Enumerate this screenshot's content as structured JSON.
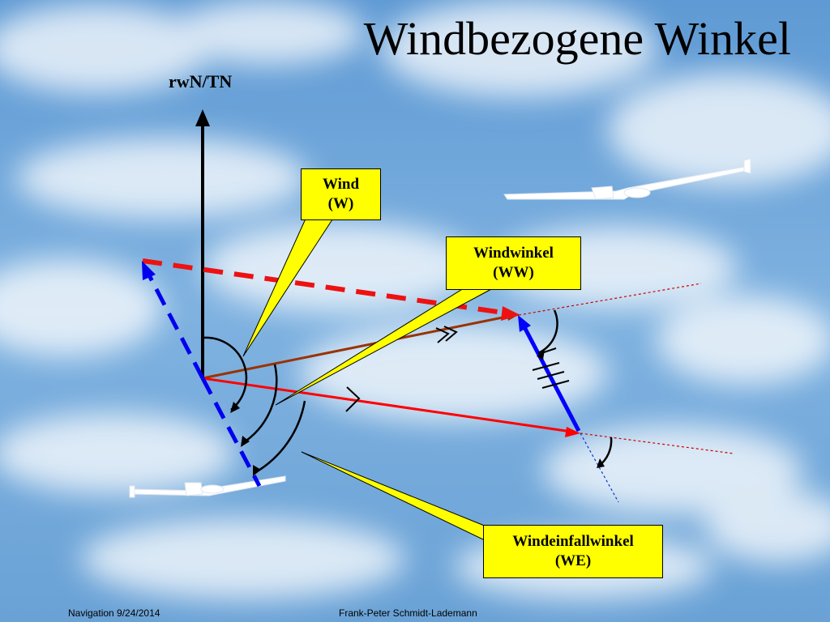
{
  "slide": {
    "title": "Windbezogene Winkel",
    "north_label": "rwN/TN",
    "callouts": {
      "wind": {
        "line1": "Wind",
        "line2": "(W)"
      },
      "windwinkel": {
        "line1": "Windwinkel",
        "line2": "(WW)"
      },
      "windeinfallwinkel": {
        "line1": "Windeinfallwinkel",
        "line2": "(WE)"
      }
    },
    "footer": {
      "left": "Navigation 9/24/2014",
      "center": "Frank-Peter Schmidt-Lademann"
    }
  },
  "colors": {
    "sky": "#6fa6d8",
    "callout": "#ffff00",
    "wind_vector": "#ff0000",
    "course_vector": "#0000ff",
    "track_line": "#993300",
    "heading_line": "#ff0000"
  }
}
